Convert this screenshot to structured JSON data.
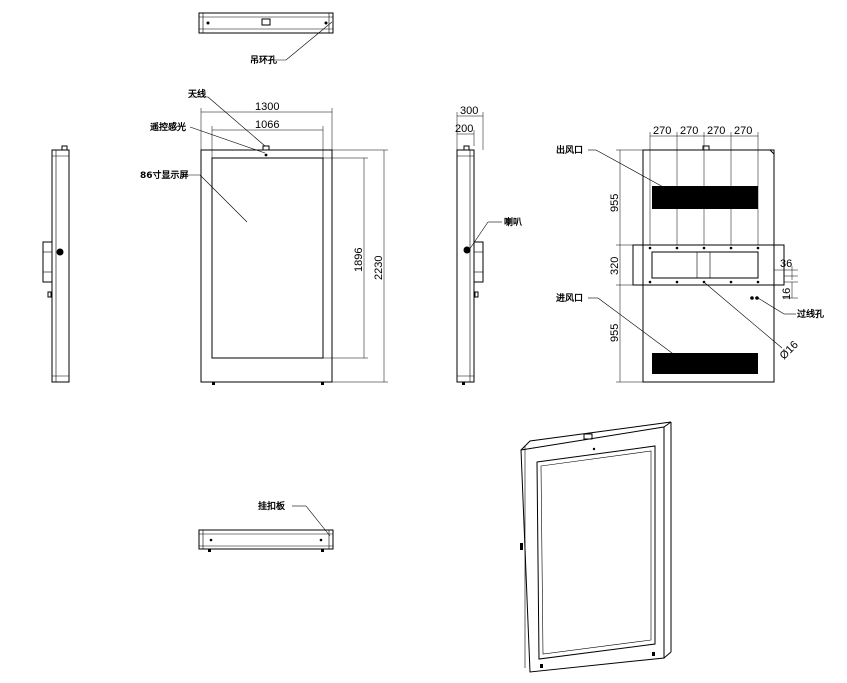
{
  "labels": {
    "hanging_hole": "吊环孔",
    "antenna": "天线",
    "remote_sensor": "遥控感光",
    "screen": "86寸显示屏",
    "speaker": "喇叭",
    "air_outlet": "出风口",
    "air_inlet": "进风口",
    "cable_hole": "过线孔",
    "buckle_plate": "挂扣板"
  },
  "dimensions": {
    "front_width": "1300",
    "front_inner_width": "1066",
    "front_inner_height": "1896",
    "front_height": "2230",
    "side_depth": "300",
    "side_inner_depth": "200",
    "back_top_gap": "955",
    "back_mid": "320",
    "back_bottom_gap": "955",
    "back_pitch_1": "270",
    "back_pitch_2": "270",
    "back_pitch_3": "270",
    "back_pitch_4": "270",
    "bracket_offset": "36",
    "bracket_small": "16",
    "hole_diameter": "Ø16"
  }
}
